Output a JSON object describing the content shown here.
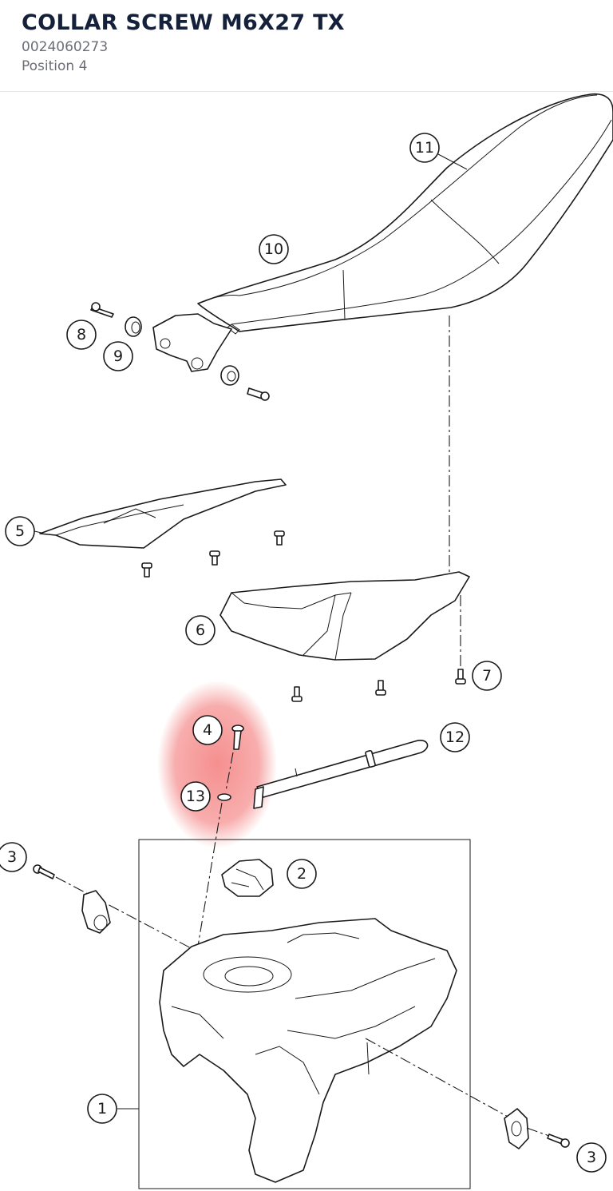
{
  "header": {
    "title": "COLLAR SCREW M6X27 TX",
    "part_number": "0024060273",
    "position": "Position 4"
  },
  "highlight": {
    "position": "4",
    "color": "#f26a6a"
  },
  "callouts": {
    "c1": "1",
    "c2": "2",
    "c3a": "3",
    "c3b": "3",
    "c4": "4",
    "c5": "5",
    "c6": "6",
    "c7": "7",
    "c8": "8",
    "c9": "9",
    "c10": "10",
    "c11": "11",
    "c12": "12",
    "c13": "13"
  }
}
